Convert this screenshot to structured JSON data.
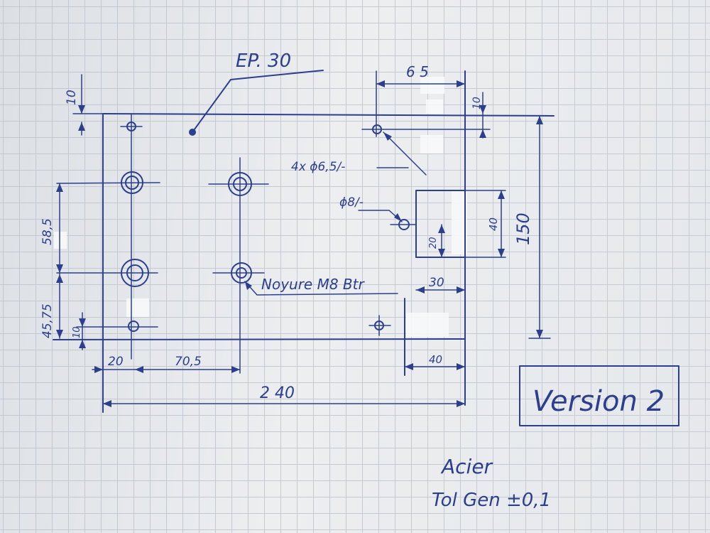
{
  "sketch": {
    "thickness_note": "EP. 30",
    "version_label": "Version 2",
    "material": "Acier",
    "tolerance": "Tol Gen ±0,1",
    "callouts": {
      "holes_small": "4x ϕ6,5/-",
      "hole_pin": "ϕ8/-",
      "tapped_bore": "Noyure M8 Btr"
    },
    "dimensions": {
      "overall_width": "2 40",
      "overall_height": "150",
      "top_right_offset": "6 5",
      "top_offset_left": "10",
      "top_offset_right": "10",
      "vertical_58_5": "58,5",
      "vertical_45_75": "45,75",
      "bottom_offset": "10",
      "left_offset_20": "20",
      "spacing_70_5": "70,5",
      "notch_height_40": "40",
      "notch_inner_20": "20",
      "notch_width_30": "30",
      "notch_width_40": "40"
    }
  }
}
